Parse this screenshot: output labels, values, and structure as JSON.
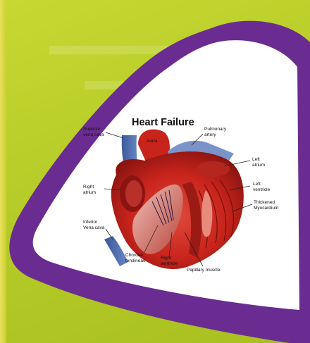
{
  "diagram": {
    "title": "Heart Failure",
    "labels": {
      "superior_vena_cava": "Superior\nvena cava",
      "aorta": "Aorta",
      "pulmonary_artery": "Pulmonary\nartery",
      "left_atrium": "Left\natrium",
      "right_atrium": "Right\natrium",
      "left_ventricle": "Left\nventricle",
      "thickened_myocardium": "Thickened\nMyocardium",
      "inferior_vena_cava": "Inferior\nVena cava",
      "chordae_tendineae": "Chordae\ntendineae",
      "right_ventricle": "Right\nventricle",
      "papillary_muscle": "Papillary muscle"
    }
  },
  "colors": {
    "background": "#b6cc28",
    "frame": "#6b2c91",
    "panel": "#ffffff",
    "heart": "#c8241c"
  }
}
